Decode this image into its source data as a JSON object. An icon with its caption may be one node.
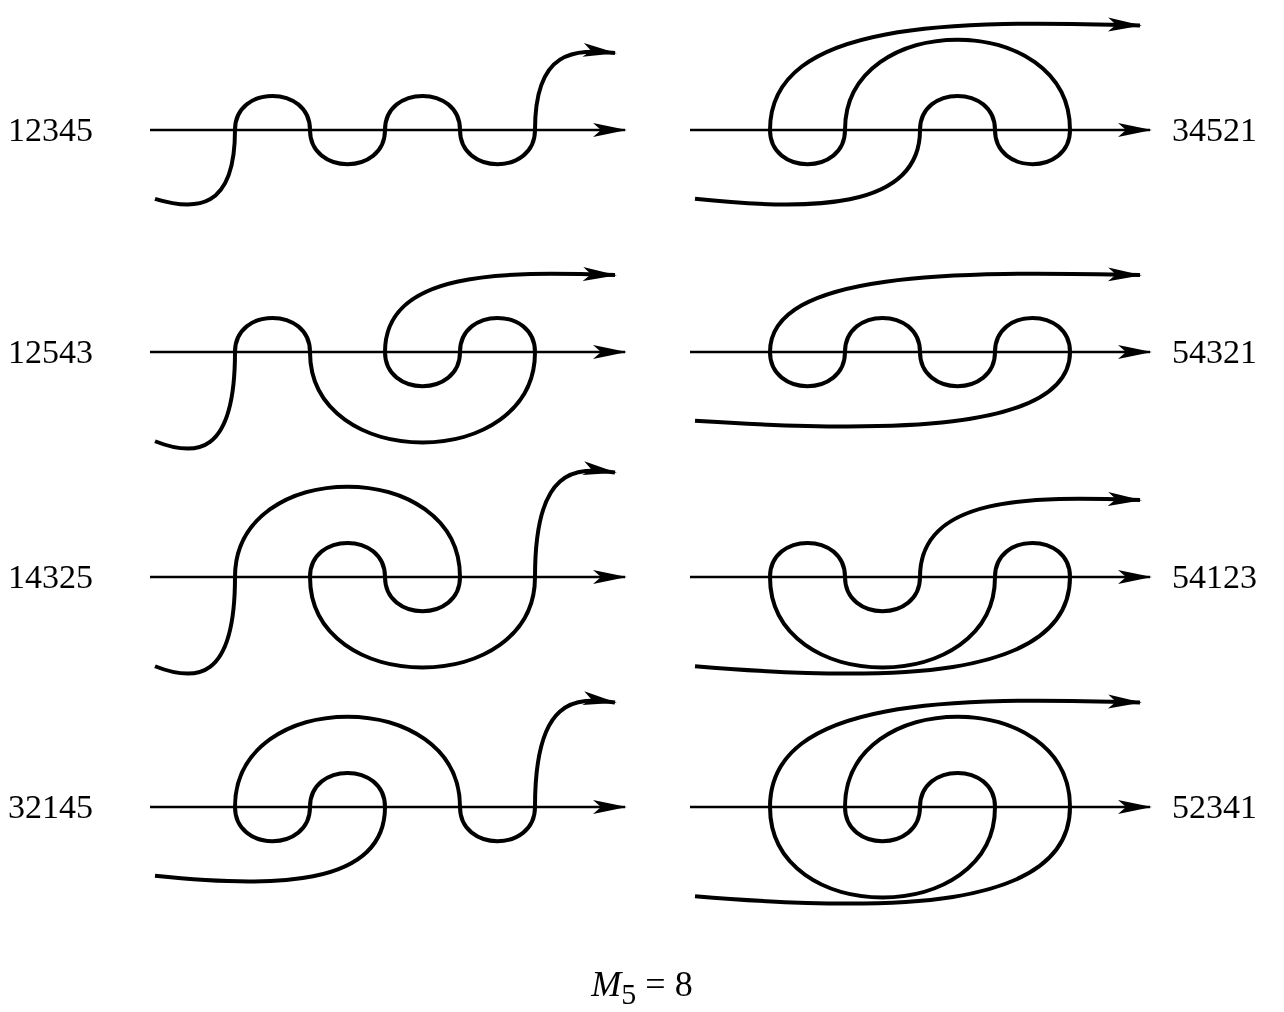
{
  "diagram": {
    "caption": "*M*$_{5}$ = 8",
    "labels": [
      "12345",
      "34521",
      "12543",
      "54321",
      "14325",
      "54123",
      "32145",
      "52341"
    ]
  }
}
